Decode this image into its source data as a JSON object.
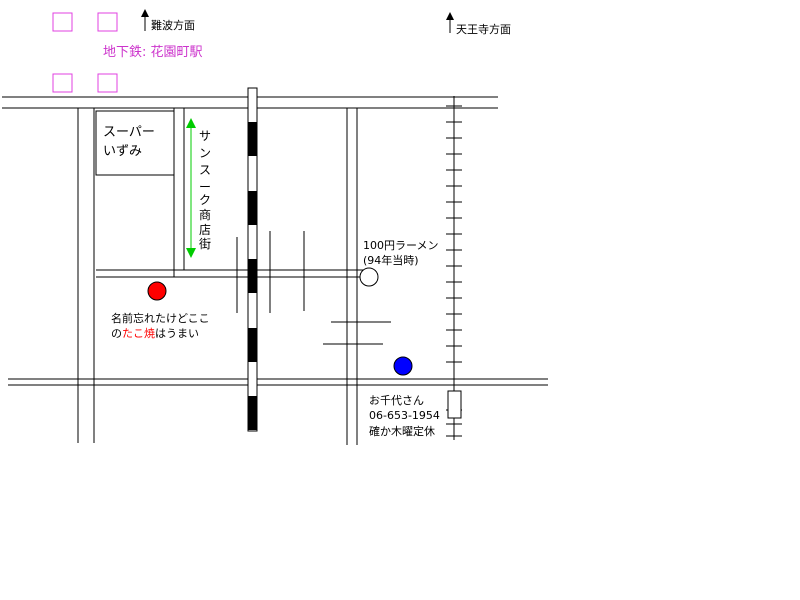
{
  "labels": {
    "namba": "難波方面",
    "tennoji": "天王寺方面",
    "subway": "地下鉄: 花園町駅",
    "supermarket_line1": "スーパー",
    "supermarket_line2": "いずみ",
    "arcade_chars": [
      "サ",
      "ン",
      "ス",
      "ー",
      "ク",
      "商",
      "店",
      "街"
    ],
    "ramen_line1": "100円ラーメン",
    "ramen_line2": "(94年当時)",
    "takoyaki_line1": "名前忘れたけどここ",
    "takoyaki_line2_before": "の",
    "takoyaki_line2_highlight": "たこ焼",
    "takoyaki_line2_after": "はうまい",
    "ochiyo_name": "お千代さん",
    "ochiyo_phone": "06-653-1954",
    "ochiyo_holiday": "確か木曜定休"
  },
  "colors": {
    "subway_marker": "#e040e0",
    "subway_text": "#cc33cc",
    "takoyaki_dot": "#ff0000",
    "takoyaki_highlight": "#ff0000",
    "ochiyo_dot": "#0000ff",
    "arcade_arrow": "#00cc00",
    "line": "#000000"
  }
}
